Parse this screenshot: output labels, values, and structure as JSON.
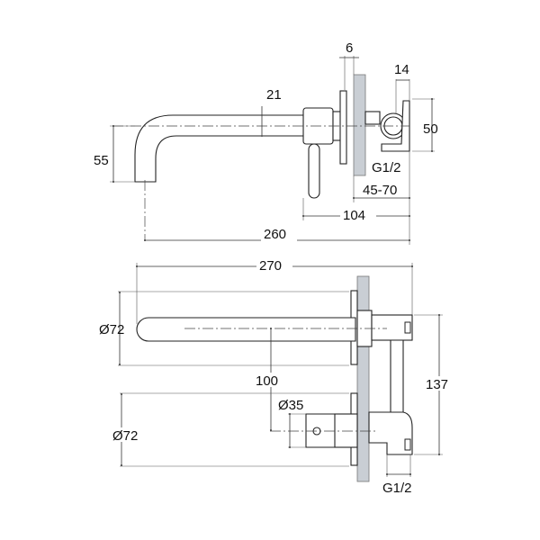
{
  "side_view": {
    "dims": {
      "plate_thickness": "6",
      "spout_diameter": "21",
      "spout_height": "55",
      "valve_offset": "14",
      "valve_height": "50",
      "thread": "G1/2",
      "wall_depth": "45-70",
      "body_projection": "104",
      "total_projection": "260"
    }
  },
  "top_view": {
    "dims": {
      "total_length": "270",
      "upper_plate_diameter": "Ø72",
      "center_distance": "100",
      "handle_diameter": "Ø35",
      "lower_plate_diameter": "Ø72",
      "valve_span": "137",
      "thread": "G1/2"
    }
  },
  "colors": {
    "wall": "#c9ced4",
    "line": "#222222"
  }
}
